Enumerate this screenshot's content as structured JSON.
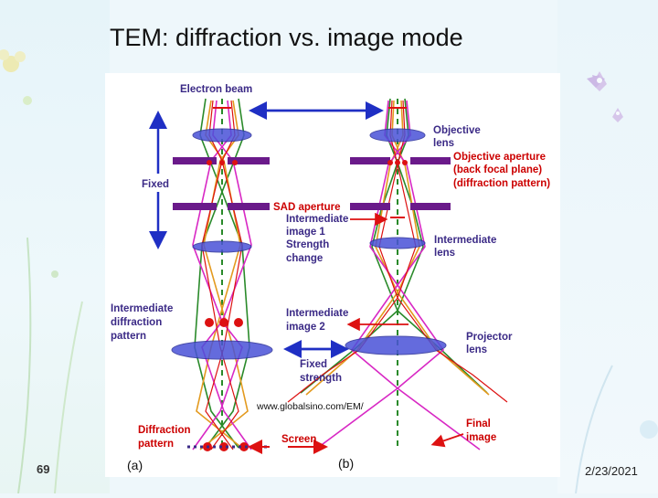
{
  "slide": {
    "title": "TEM: diffraction vs. image mode",
    "number": "69",
    "date": "2/23/2021"
  },
  "diagram": {
    "electron_beam": "Electron beam",
    "fixed": "Fixed",
    "objective_lens": [
      "Objective",
      "lens"
    ],
    "objective_aperture": [
      "Objective aperture",
      "(back focal plane)",
      "(diffraction pattern)"
    ],
    "sad_aperture": "SAD aperture",
    "intermediate_image_1": [
      "Intermediate",
      "image 1"
    ],
    "strength_change": [
      "Strength",
      "change"
    ],
    "intermediate_lens": [
      "Intermediate",
      "lens"
    ],
    "intermediate_diffraction_pattern": [
      "Intermediate",
      "diffraction",
      "pattern"
    ],
    "intermediate_image_2": [
      "Intermediate",
      "image 2"
    ],
    "projector_lens": [
      "Projector",
      "lens"
    ],
    "fixed_strength": [
      "Fixed",
      "strength"
    ],
    "website": "www.globalsino.com/EM/",
    "diffraction_pattern": [
      "Diffraction",
      "pattern"
    ],
    "screen": "Screen",
    "final_image": [
      "Final",
      "image"
    ],
    "panel_a": "(a)",
    "panel_b": "(b)"
  },
  "colors": {
    "label_purple": "#3b2a86",
    "label_red": "#cc0000",
    "arrow_blue": "#1f2fc4",
    "ray_green": "#2a8a2a",
    "ray_orange": "#e39a1f",
    "ray_magenta": "#d828c4",
    "ray_red": "#dd1111",
    "lens_blue": "#4a52d8",
    "aperture_purple": "#6a1a8a"
  }
}
